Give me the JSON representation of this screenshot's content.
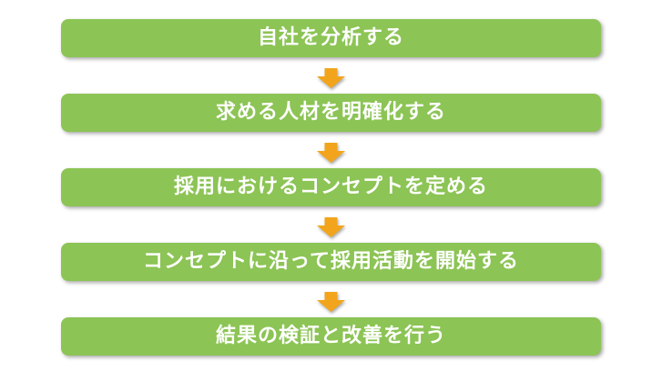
{
  "diagram": {
    "type": "vertical-flow",
    "steps": [
      {
        "label": "自社を分析する"
      },
      {
        "label": "求める人材を明確化する"
      },
      {
        "label": "採用におけるコンセプトを定める"
      },
      {
        "label": "コンセプトに沿って採用活動を開始する"
      },
      {
        "label": "結果の検証と改善を行う"
      }
    ],
    "connector_icon": "arrow-down-icon",
    "colors": {
      "bar": "#8CC455",
      "text": "#FFFFFF",
      "arrow": "#F2A51C",
      "background": "#FFFFFF"
    }
  }
}
